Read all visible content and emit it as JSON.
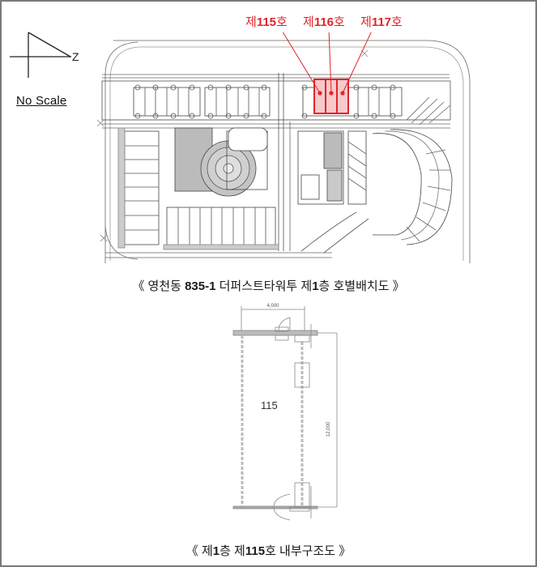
{
  "compass": {
    "north_letter": "Z",
    "scale_note": "No Scale"
  },
  "site_plan": {
    "highlight_color": "#e0242a",
    "units": [
      {
        "prefix": "제",
        "number": "115",
        "suffix": "호"
      },
      {
        "prefix": "제",
        "number": "116",
        "suffix": "호"
      },
      {
        "prefix": "제",
        "number": "117",
        "suffix": "호"
      }
    ],
    "caption": {
      "open": "《 영천동 ",
      "lot": "835-1",
      "mid": " 더퍼스트타워투 제",
      "floor": "1",
      "end": "층 호별배치도 》"
    }
  },
  "unit_plan": {
    "width_dim": "4,000",
    "depth_dim": "12,000",
    "unit_number": "115",
    "caption": {
      "open": "《 제",
      "floor": "1",
      "mid": "층 제",
      "unit": "115",
      "end": "호 내부구조도 》"
    }
  }
}
